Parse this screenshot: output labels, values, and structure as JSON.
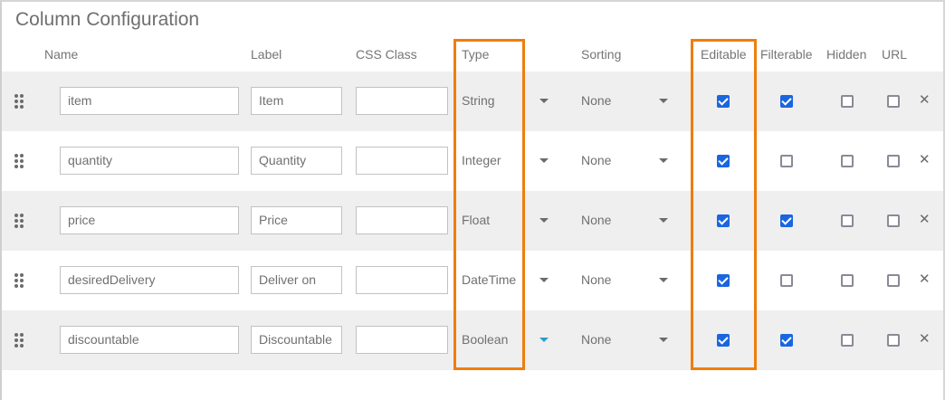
{
  "title": "Column Configuration",
  "headers": {
    "name": "Name",
    "label": "Label",
    "css_class": "CSS Class",
    "type": "Type",
    "sorting": "Sorting",
    "editable": "Editable",
    "filterable": "Filterable",
    "hidden": "Hidden",
    "url": "URL"
  },
  "icons": {
    "drag_handle": "drag-handle-icon",
    "dropdown": "caret-down-icon",
    "delete": "close-icon"
  },
  "colors": {
    "highlight": "#ef7d0e",
    "checkbox_checked": "#1a66e0",
    "row_shade": "#efefef",
    "active_caret": "#2b9bd1"
  },
  "rows": [
    {
      "name": "item",
      "label": "Item",
      "css_class": "",
      "type": "String",
      "sorting": "None",
      "editable": true,
      "filterable": true,
      "hidden": false,
      "url": false,
      "type_dropdown_active": false
    },
    {
      "name": "quantity",
      "label": "Quantity",
      "css_class": "",
      "type": "Integer",
      "sorting": "None",
      "editable": true,
      "filterable": false,
      "hidden": false,
      "url": false,
      "type_dropdown_active": false
    },
    {
      "name": "price",
      "label": "Price",
      "css_class": "",
      "type": "Float",
      "sorting": "None",
      "editable": true,
      "filterable": true,
      "hidden": false,
      "url": false,
      "type_dropdown_active": false
    },
    {
      "name": "desiredDelivery",
      "label": "Deliver on",
      "css_class": "",
      "type": "DateTime",
      "sorting": "None",
      "editable": true,
      "filterable": false,
      "hidden": false,
      "url": false,
      "type_dropdown_active": false
    },
    {
      "name": "discountable",
      "label": "Discountable",
      "css_class": "",
      "type": "Boolean",
      "sorting": "None",
      "editable": true,
      "filterable": true,
      "hidden": false,
      "url": false,
      "type_dropdown_active": true
    }
  ]
}
